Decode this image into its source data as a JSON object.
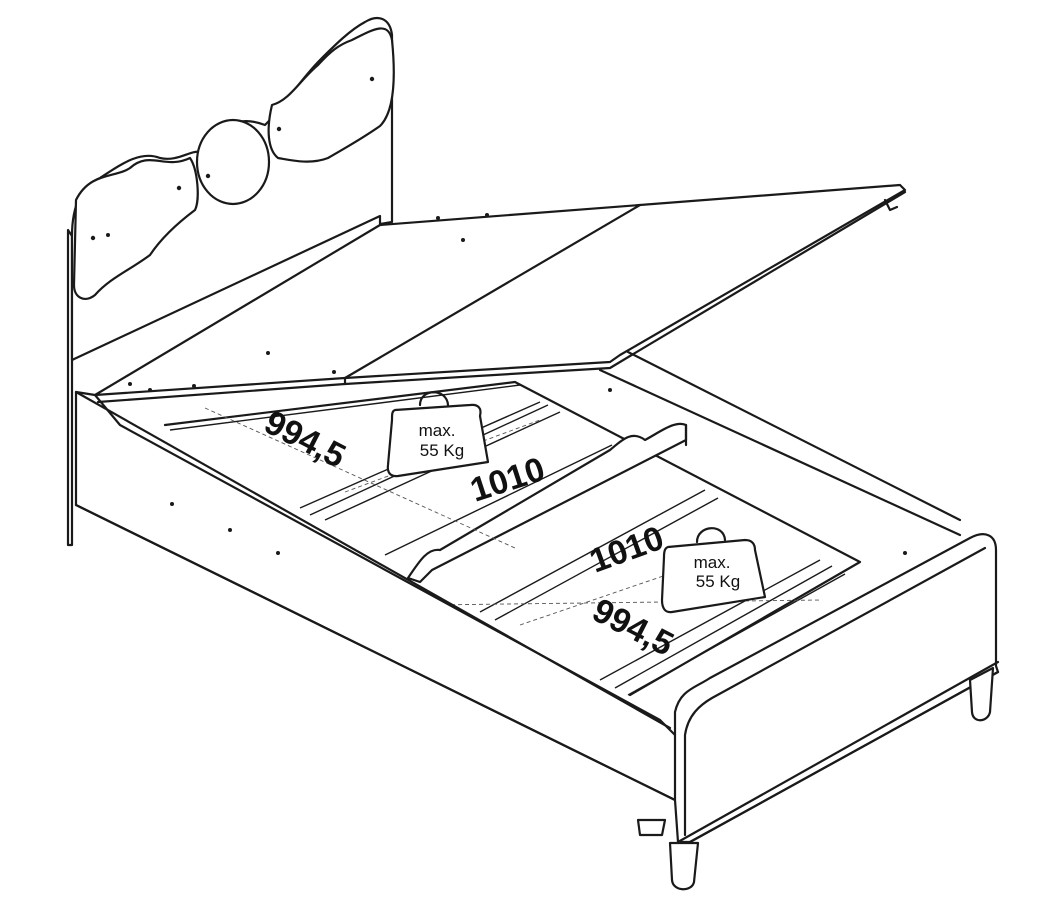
{
  "diagram": {
    "dimensions": {
      "upper_length": "994,5",
      "upper_width": "1010",
      "lower_width": "1010",
      "lower_length": "994,5"
    },
    "weight_badges": [
      {
        "line1": "max.",
        "line2": "55 Kg"
      },
      {
        "line1": "max.",
        "line2": "55 Kg"
      }
    ],
    "colors": {
      "line": "#1a1a1a",
      "background": "#ffffff"
    }
  }
}
